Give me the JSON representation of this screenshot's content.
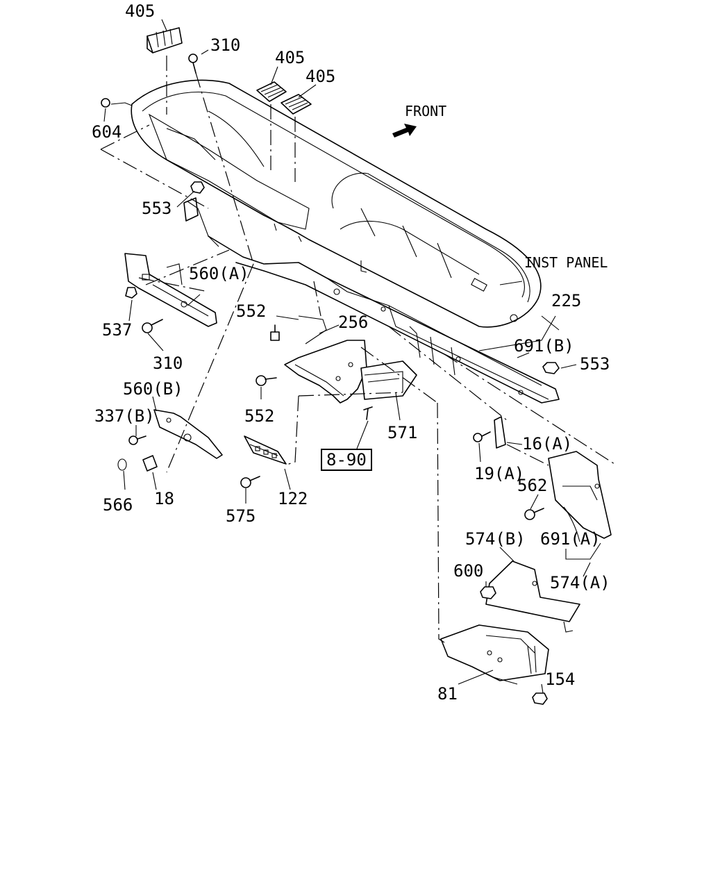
{
  "labels": {
    "405_a": "405",
    "310_a": "310",
    "405_b": "405",
    "405_c": "405",
    "604": "604",
    "front": "FRONT",
    "553_a": "553",
    "inst_panel": "INST PANEL",
    "560_a": "560(A)",
    "225": "225",
    "552_a": "552",
    "256": "256",
    "537": "537",
    "691_b": "691(B)",
    "553_b": "553",
    "310_b": "310",
    "560_b": "560(B)",
    "552_b": "552",
    "337_b": "337(B)",
    "571": "571",
    "16_a": "16(A)",
    "8_90": "8-90",
    "19_a": "19(A)",
    "562": "562",
    "566": "566",
    "18": "18",
    "122": "122",
    "575": "575",
    "574_b": "574(B)",
    "691_a": "691(A)",
    "600": "600",
    "574_a": "574(A)",
    "154": "154",
    "81": "81"
  },
  "colors": {
    "ink": "#000000",
    "paper": "#ffffff"
  }
}
